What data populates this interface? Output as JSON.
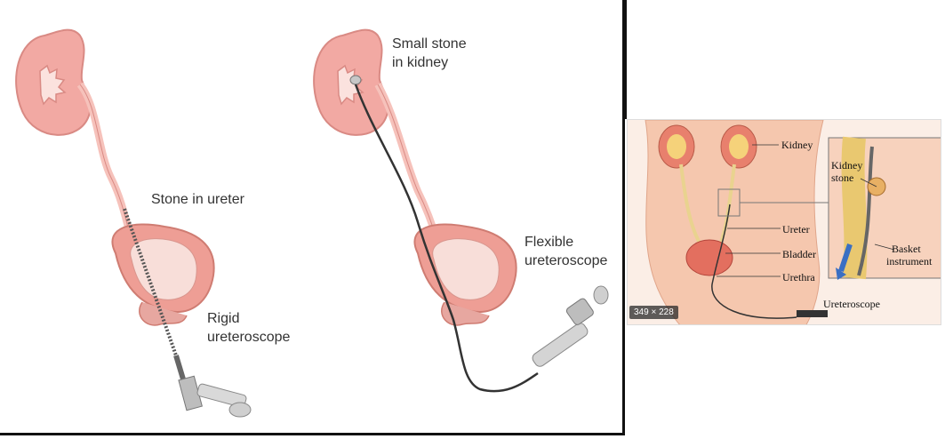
{
  "left_figure": {
    "labels": {
      "stone_in_ureter": "Stone in ureter",
      "rigid_1": "Rigid",
      "rigid_2": "ureteroscope",
      "small_stone_1": "Small stone",
      "small_stone_2": "in kidney",
      "flexible_1": "Flexible",
      "flexible_2": "ureteroscope"
    }
  },
  "right_thumbnail": {
    "labels": {
      "kidney": "Kidney",
      "ureter": "Ureter",
      "bladder": "Bladder",
      "urethra": "Urethra",
      "ureteroscope": "Ureteroscope",
      "inset_kidney_1": "Kidney",
      "inset_kidney_2": "stone",
      "inset_basket_1": "Basket",
      "inset_basket_2": "instrument"
    },
    "size_badge": "349 × 228"
  },
  "colors": {
    "kidney": "#f2a9a3",
    "bladder": "#ee9e95",
    "tube": "#f6c2bb",
    "scope": "#c9c9c9"
  }
}
